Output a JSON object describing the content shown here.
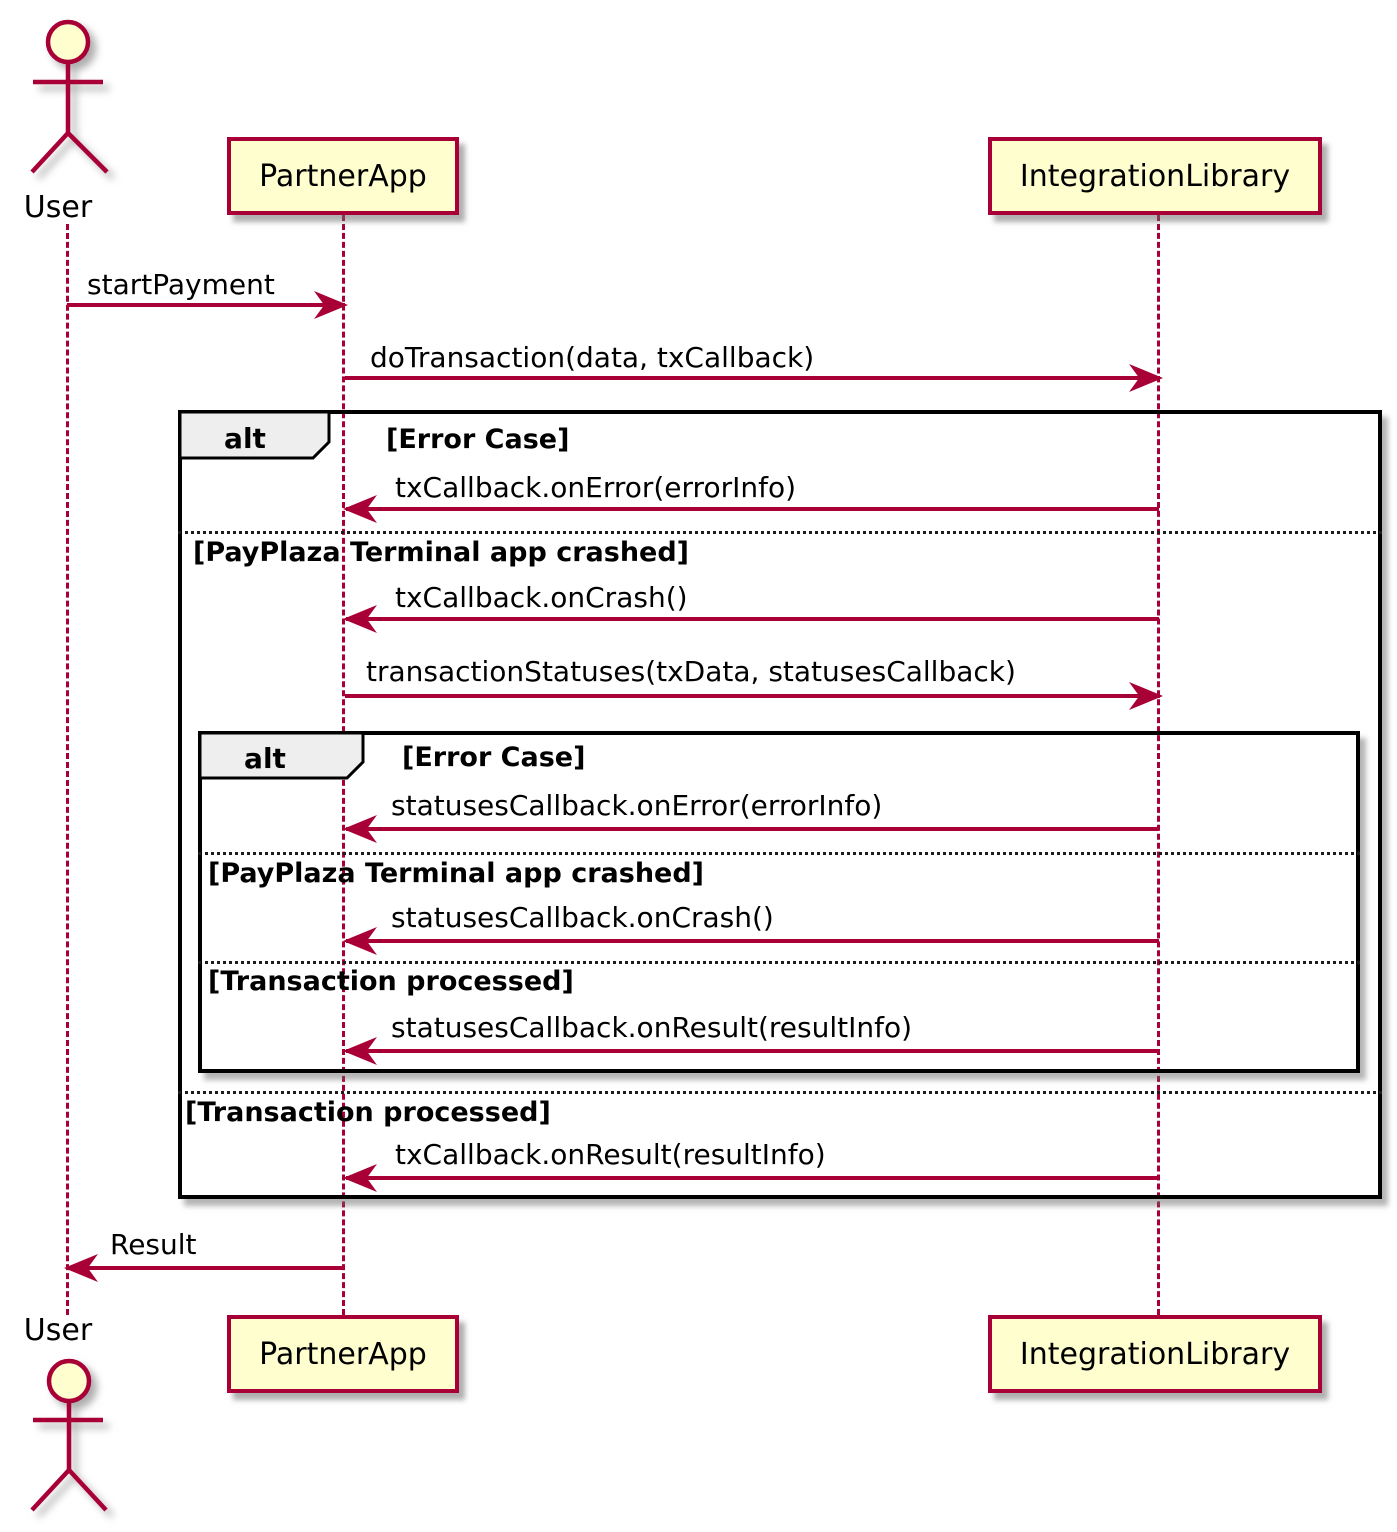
{
  "diagram": {
    "type": "uml-sequence-diagram",
    "participants": [
      {
        "id": "user",
        "label": "User",
        "kind": "actor"
      },
      {
        "id": "partnerapp",
        "label": "PartnerApp",
        "kind": "participant"
      },
      {
        "id": "integrationlibrary",
        "label": "IntegrationLibrary",
        "kind": "participant"
      }
    ],
    "messages": [
      {
        "label": "startPayment",
        "from": "User",
        "to": "PartnerApp"
      },
      {
        "label": "doTransaction(data, txCallback)",
        "from": "PartnerApp",
        "to": "IntegrationLibrary"
      },
      {
        "label": "txCallback.onError(errorInfo)",
        "from": "IntegrationLibrary",
        "to": "PartnerApp"
      },
      {
        "label": "txCallback.onCrash()",
        "from": "IntegrationLibrary",
        "to": "PartnerApp"
      },
      {
        "label": "transactionStatuses(txData, statusesCallback)",
        "from": "PartnerApp",
        "to": "IntegrationLibrary"
      },
      {
        "label": "statusesCallback.onError(errorInfo)",
        "from": "IntegrationLibrary",
        "to": "PartnerApp"
      },
      {
        "label": "statusesCallback.onCrash()",
        "from": "IntegrationLibrary",
        "to": "PartnerApp"
      },
      {
        "label": "statusesCallback.onResult(resultInfo)",
        "from": "IntegrationLibrary",
        "to": "PartnerApp"
      },
      {
        "label": "txCallback.onResult(resultInfo)",
        "from": "IntegrationLibrary",
        "to": "PartnerApp"
      },
      {
        "label": "Result",
        "from": "PartnerApp",
        "to": "User"
      }
    ],
    "fragments": {
      "outer": {
        "operator": "alt",
        "guards": [
          "[Error Case]",
          "[PayPlaza Terminal app crashed]",
          "[Transaction processed]"
        ]
      },
      "inner": {
        "operator": "alt",
        "guards": [
          "[Error Case]",
          "[PayPlaza Terminal app crashed]",
          "[Transaction processed]"
        ]
      }
    },
    "colors": {
      "arrow": "#A80036",
      "lifeline": "#A80036",
      "participant_fill": "#FEFECE",
      "participant_border": "#A80036",
      "fragment_border": "#000000",
      "operator_tab_fill": "#EEEEEE",
      "text": "#000000",
      "background": "#FFFFFF"
    }
  }
}
